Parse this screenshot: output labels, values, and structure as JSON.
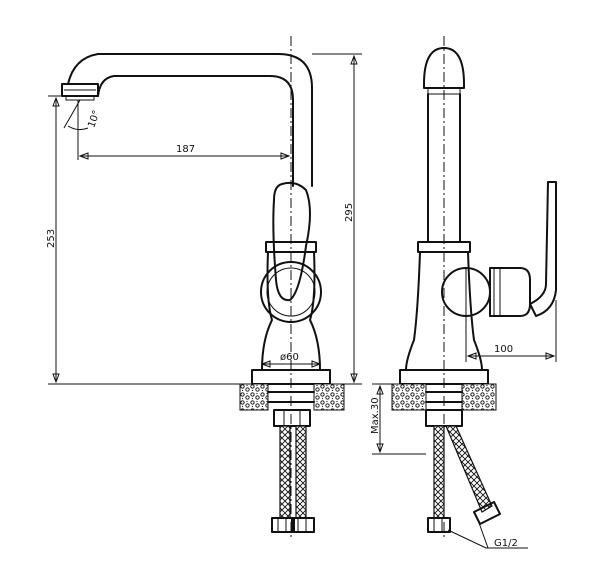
{
  "dimensions": {
    "spout_reach": "187",
    "spout_angle": "10°",
    "spout_height": "253",
    "total_height": "295",
    "base_diameter": "ø60",
    "handle_reach": "100",
    "max_thickness": "Max.30",
    "thread": "G1/2"
  }
}
